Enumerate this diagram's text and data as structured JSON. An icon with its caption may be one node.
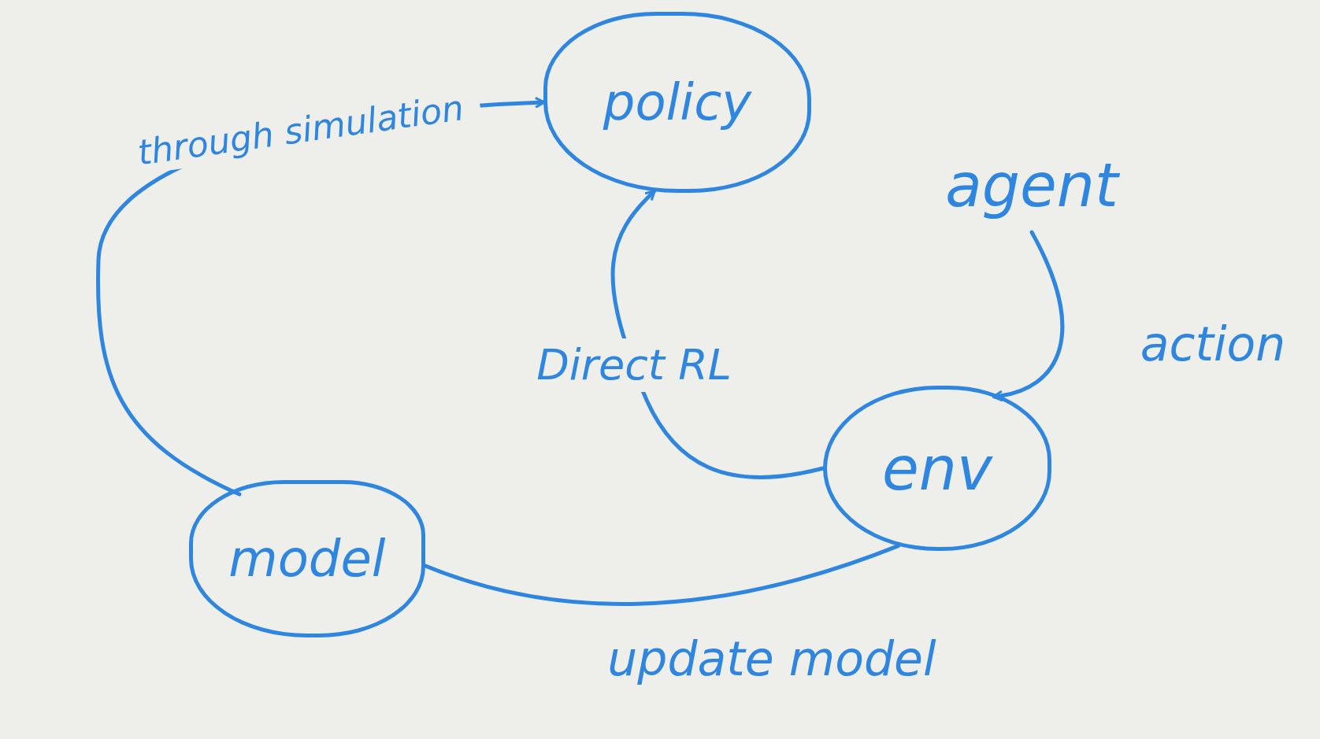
{
  "diagram": {
    "nodes": [
      {
        "text": [
          "policy"
        ]
      },
      {
        "text": [
          "agent"
        ]
      },
      {
        "text": [
          "env"
        ]
      },
      {
        "text": [
          "model"
        ]
      }
    ],
    "edges": [
      {
        "from": 3,
        "to": 0,
        "arrow": "to",
        "label": "through simulation"
      },
      {
        "from": 2,
        "to": 0,
        "arrow": "to",
        "label": "Direct RL"
      },
      {
        "from": 1,
        "to": 2,
        "arrow": "to",
        "label": "action"
      },
      {
        "from": 2,
        "to": 3,
        "arrow": "none",
        "label": "update model"
      }
    ]
  }
}
